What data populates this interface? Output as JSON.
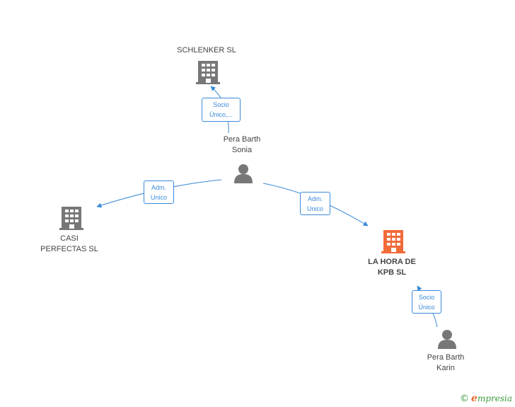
{
  "nodes": [
    {
      "id": "schlenker",
      "type": "company",
      "label": "SCHLENKER SL",
      "color": "#777777"
    },
    {
      "id": "pera_sonia",
      "type": "person",
      "label": "Pera Barth\nSonia",
      "color": "#777777"
    },
    {
      "id": "casi",
      "type": "company",
      "label": "CASI\nPERFECTAS SL",
      "color": "#777777"
    },
    {
      "id": "la_hora",
      "type": "company",
      "label": "LA HORA DE\nKPB SL",
      "color": "#f26a3a",
      "focus": true
    },
    {
      "id": "pera_karin",
      "type": "person",
      "label": "Pera Barth\nKarin",
      "color": "#777777"
    }
  ],
  "edges": [
    {
      "id": "e1",
      "from": "pera_sonia",
      "to": "schlenker",
      "label": "Socio\nÚnico,..."
    },
    {
      "id": "e2",
      "from": "pera_sonia",
      "to": "casi",
      "label": "Adm.\nUnico"
    },
    {
      "id": "e3",
      "from": "pera_sonia",
      "to": "la_hora",
      "label": "Adm.\nUnico"
    },
    {
      "id": "e4",
      "from": "pera_karin",
      "to": "la_hora",
      "label": "Socio\nÚnico"
    }
  ],
  "colors": {
    "edge": "#3b8ad9",
    "icon": "#777777",
    "focus": "#f26a3a"
  },
  "brand": {
    "copyright": "©",
    "initial": "e",
    "rest": "mpresia"
  }
}
